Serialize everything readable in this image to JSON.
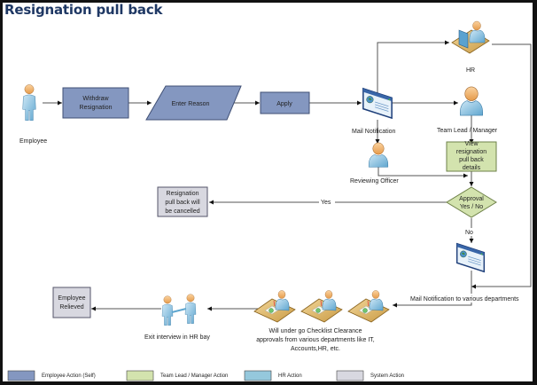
{
  "title": "Resignation pull back",
  "colors": {
    "employee_action": "#8497c0",
    "team_lead_action": "#d3e3ae",
    "hr_action": "#95c8dc",
    "system_action": "#d8d8e0",
    "title_color": "#1f3864"
  },
  "actors": {
    "employee": "Employee",
    "hr": "HR",
    "team_lead": "Team Lead / Manager",
    "reviewing_officer": "Reviewing Officer",
    "mail_notification": "Mail Notification",
    "mail_notification_depts": "Mail Notification to various departments",
    "exit_interview": "Exit interview in HR bay",
    "checklist_line1": "Will under go Checklist Clearance",
    "checklist_line2": "approvals from various departments like IT,",
    "checklist_line3": "Accounts,HR, etc."
  },
  "nodes": {
    "withdraw_line1": "Withdraw",
    "withdraw_line2": "Resignation",
    "enter_reason": "Enter Reason",
    "apply": "Apply",
    "view_line1": "View",
    "view_line2": "resignation",
    "view_line3": "pull back",
    "view_line4": "details",
    "approval_line1": "Approval",
    "approval_line2": "Yes / No",
    "cancel_line1": "Resignation",
    "cancel_line2": "pull back will",
    "cancel_line3": "be cancelled",
    "relieved_line1": "Employee",
    "relieved_line2": "Relieved"
  },
  "edges": {
    "yes": "Yes",
    "no": "No"
  },
  "legend": [
    {
      "label": "Employee Action (Self)",
      "color": "#8497c0"
    },
    {
      "label": "Team Lead / Manager Action",
      "color": "#d3e3ae"
    },
    {
      "label": "HR Action",
      "color": "#95c8dc"
    },
    {
      "label": "System Action",
      "color": "#d8d8e0"
    }
  ]
}
